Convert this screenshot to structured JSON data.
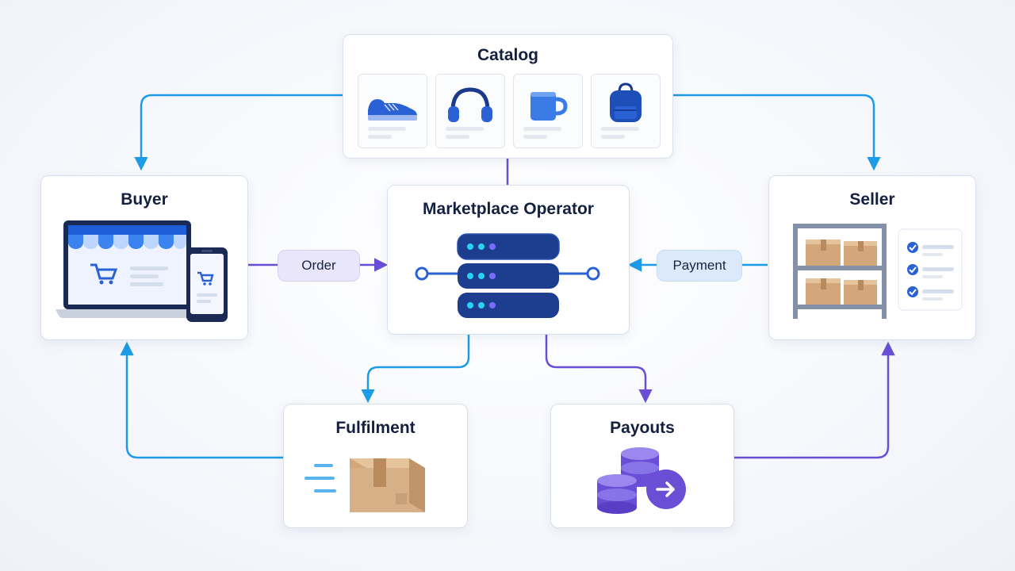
{
  "diagram": {
    "catalog": {
      "title": "Catalog",
      "items": [
        "sneaker-icon",
        "headphones-icon",
        "mug-icon",
        "backpack-icon"
      ]
    },
    "operator": {
      "title": "Marketplace Operator",
      "icon": "server-stack-icon"
    },
    "buyer": {
      "title": "Buyer",
      "icon": "storefront-laptop-icon"
    },
    "seller": {
      "title": "Seller",
      "icon": "warehouse-shelf-icon"
    },
    "fulfilment": {
      "title": "Fulfilment",
      "icon": "shipping-box-icon"
    },
    "payouts": {
      "title": "Payouts",
      "icon": "coin-stack-icon"
    },
    "flows": {
      "order": "Order",
      "payment": "Payment"
    },
    "colors": {
      "blue": "#1e9be6",
      "purple": "#6a4fd6",
      "indigo": "#3b5bd9",
      "navy": "#14203f",
      "order_pill": "#e9e6fb",
      "payment_pill": "#dbe9fb",
      "cardboard": "#d7b088"
    }
  }
}
